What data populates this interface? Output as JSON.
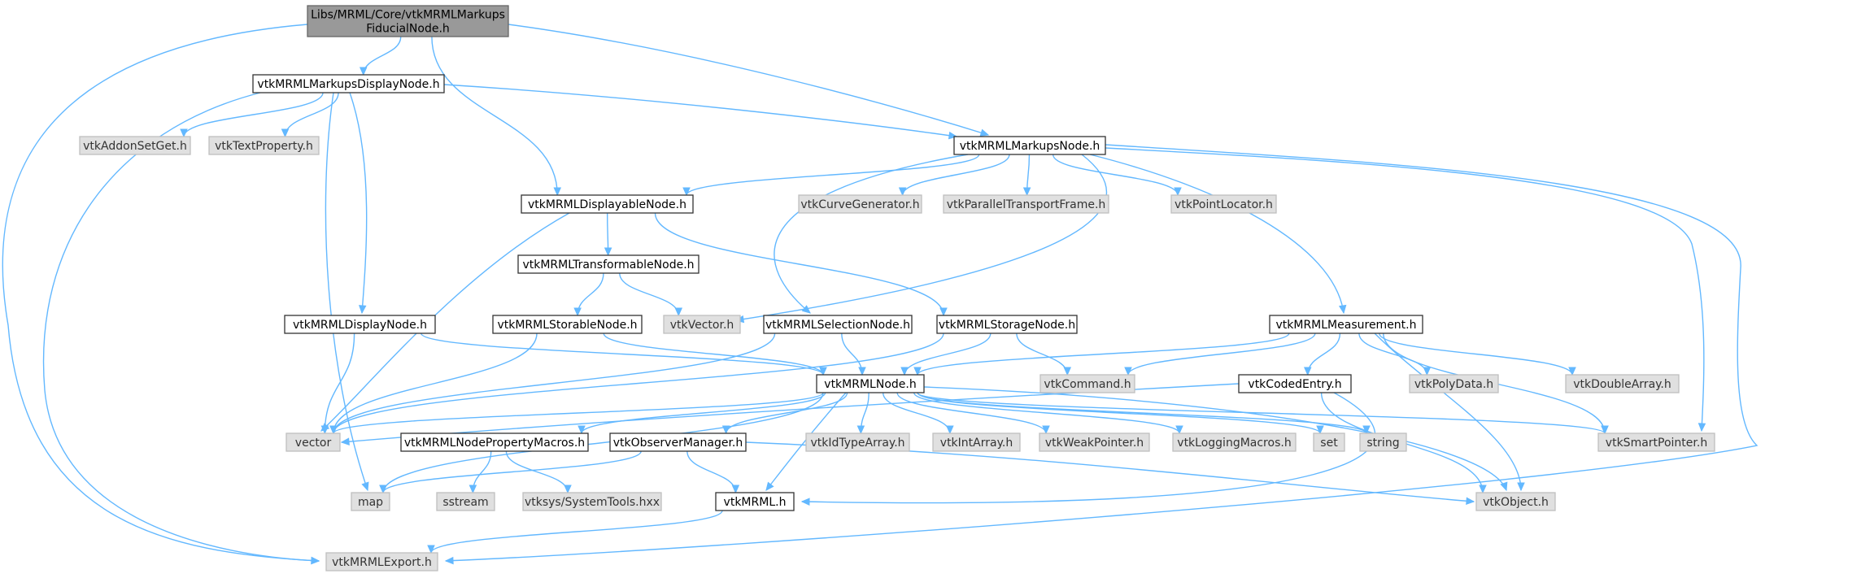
{
  "colors": {
    "edge": "#63b8ff",
    "root_fill": "#999999",
    "external_fill": "#e0e0e0",
    "internal_fill": "#ffffff"
  },
  "nodes": {
    "root": {
      "lines": [
        "Libs/MRML/Core/vtkMRMLMarkups",
        "FiducialNode.h"
      ]
    },
    "markupsDisplay": {
      "lines": [
        "vtkMRMLMarkupsDisplayNode.h"
      ]
    },
    "markupsNode": {
      "lines": [
        "vtkMRMLMarkupsNode.h"
      ]
    },
    "addonSetGet": {
      "lines": [
        "vtkAddonSetGet.h"
      ]
    },
    "textProperty": {
      "lines": [
        "vtkTextProperty.h"
      ]
    },
    "displayable": {
      "lines": [
        "vtkMRMLDisplayableNode.h"
      ]
    },
    "curveGen": {
      "lines": [
        "vtkCurveGenerator.h"
      ]
    },
    "parallel": {
      "lines": [
        "vtkParallelTransportFrame.h"
      ]
    },
    "pointLocator": {
      "lines": [
        "vtkPointLocator.h"
      ]
    },
    "transformable": {
      "lines": [
        "vtkMRMLTransformableNode.h"
      ]
    },
    "displayNode": {
      "lines": [
        "vtkMRMLDisplayNode.h"
      ]
    },
    "storable": {
      "lines": [
        "vtkMRMLStorableNode.h"
      ]
    },
    "vtkVector": {
      "lines": [
        "vtkVector.h"
      ]
    },
    "selection": {
      "lines": [
        "vtkMRMLSelectionNode.h"
      ]
    },
    "storage": {
      "lines": [
        "vtkMRMLStorageNode.h"
      ]
    },
    "measurement": {
      "lines": [
        "vtkMRMLMeasurement.h"
      ]
    },
    "mrmlNode": {
      "lines": [
        "vtkMRMLNode.h"
      ]
    },
    "command": {
      "lines": [
        "vtkCommand.h"
      ]
    },
    "codedEntry": {
      "lines": [
        "vtkCodedEntry.h"
      ]
    },
    "polyData": {
      "lines": [
        "vtkPolyData.h"
      ]
    },
    "doubleArray": {
      "lines": [
        "vtkDoubleArray.h"
      ]
    },
    "vector": {
      "lines": [
        "vector"
      ]
    },
    "propMacros": {
      "lines": [
        "vtkMRMLNodePropertyMacros.h"
      ]
    },
    "observer": {
      "lines": [
        "vtkObserverManager.h"
      ]
    },
    "idType": {
      "lines": [
        "vtkIdTypeArray.h"
      ]
    },
    "intArray": {
      "lines": [
        "vtkIntArray.h"
      ]
    },
    "weakPtr": {
      "lines": [
        "vtkWeakPointer.h"
      ]
    },
    "logging": {
      "lines": [
        "vtkLoggingMacros.h"
      ]
    },
    "set": {
      "lines": [
        "set"
      ]
    },
    "string": {
      "lines": [
        "string"
      ]
    },
    "smartPtr": {
      "lines": [
        "vtkSmartPointer.h"
      ]
    },
    "map": {
      "lines": [
        "map"
      ]
    },
    "sstream": {
      "lines": [
        "sstream"
      ]
    },
    "systools": {
      "lines": [
        "vtksys/SystemTools.hxx"
      ]
    },
    "vtkMRMLh": {
      "lines": [
        "vtkMRML.h"
      ]
    },
    "vtkObject": {
      "lines": [
        "vtkObject.h"
      ]
    },
    "export": {
      "lines": [
        "vtkMRMLExport.h"
      ]
    }
  },
  "edges": [
    [
      "root",
      "export"
    ],
    [
      "root",
      "markupsDisplay"
    ],
    [
      "root",
      "displayable"
    ],
    [
      "root",
      "markupsNode"
    ],
    [
      "markupsDisplay",
      "addonSetGet"
    ],
    [
      "markupsDisplay",
      "textProperty"
    ],
    [
      "markupsDisplay",
      "displayNode"
    ],
    [
      "markupsDisplay",
      "markupsNode"
    ],
    [
      "markupsDisplay",
      "map"
    ],
    [
      "markupsDisplay",
      "export"
    ],
    [
      "markupsNode",
      "displayable"
    ],
    [
      "markupsNode",
      "curveGen"
    ],
    [
      "markupsNode",
      "parallel"
    ],
    [
      "markupsNode",
      "pointLocator"
    ],
    [
      "markupsNode",
      "selection"
    ],
    [
      "markupsNode",
      "vtkVector"
    ],
    [
      "markupsNode",
      "measurement"
    ],
    [
      "markupsNode",
      "smartPtr"
    ],
    [
      "markupsNode",
      "export"
    ],
    [
      "displayable",
      "transformable"
    ],
    [
      "displayable",
      "storage"
    ],
    [
      "displayable",
      "vector"
    ],
    [
      "transformable",
      "storable"
    ],
    [
      "transformable",
      "vtkVector"
    ],
    [
      "displayNode",
      "mrmlNode"
    ],
    [
      "displayNode",
      "vector"
    ],
    [
      "storable",
      "mrmlNode"
    ],
    [
      "storable",
      "vector"
    ],
    [
      "selection",
      "mrmlNode"
    ],
    [
      "selection",
      "vector"
    ],
    [
      "storage",
      "mrmlNode"
    ],
    [
      "storage",
      "command"
    ],
    [
      "storage",
      "vector"
    ],
    [
      "measurement",
      "mrmlNode"
    ],
    [
      "measurement",
      "command"
    ],
    [
      "measurement",
      "codedEntry"
    ],
    [
      "measurement",
      "polyData"
    ],
    [
      "measurement",
      "doubleArray"
    ],
    [
      "measurement",
      "smartPtr"
    ],
    [
      "measurement",
      "vtkObject"
    ],
    [
      "mrmlNode",
      "vector"
    ],
    [
      "mrmlNode",
      "map"
    ],
    [
      "mrmlNode",
      "propMacros"
    ],
    [
      "mrmlNode",
      "observer"
    ],
    [
      "mrmlNode",
      "vtkMRMLh"
    ],
    [
      "mrmlNode",
      "idType"
    ],
    [
      "mrmlNode",
      "intArray"
    ],
    [
      "mrmlNode",
      "weakPtr"
    ],
    [
      "mrmlNode",
      "logging"
    ],
    [
      "mrmlNode",
      "set"
    ],
    [
      "mrmlNode",
      "string"
    ],
    [
      "mrmlNode",
      "smartPtr"
    ],
    [
      "mrmlNode",
      "vtkObject"
    ],
    [
      "codedEntry",
      "vector"
    ],
    [
      "codedEntry",
      "vtkMRMLh"
    ],
    [
      "codedEntry",
      "vtkObject"
    ],
    [
      "propMacros",
      "sstream"
    ],
    [
      "propMacros",
      "systools"
    ],
    [
      "observer",
      "map"
    ],
    [
      "observer",
      "vtkMRMLh"
    ],
    [
      "observer",
      "vtkObject"
    ],
    [
      "vtkMRMLh",
      "export"
    ]
  ]
}
